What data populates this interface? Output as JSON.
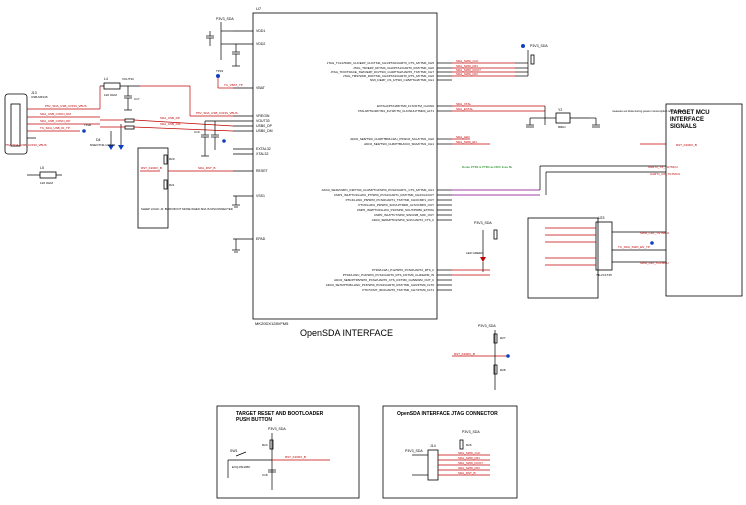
{
  "u_chip": {
    "ref": "U7",
    "part": "MK20DX128VFM5",
    "left_pins": [
      "VDD1",
      "VDD2",
      "VBAT",
      "VREGIN",
      "VOUT33",
      "USB0_DP",
      "USB0_DM",
      "EXTAL32",
      "XTAL32",
      "RESET",
      "VSS1",
      "VSS2",
      "EPAD"
    ],
    "right_pins_top": [
      "JTAG_TCLK/SWD_CLK/EZP_CLK/TSI0_CH1/PTA0/UART0_CTS_b/FTM0_CH5",
      "JTAG_TDI/EZP_DI/TSI0_CH2/PTA1/UART0_RX/FTM0_CH6",
      "JTAG_TDO/TRACE_SWO/EZP_DO/TSI0_CH3/PTA2/UART0_TX/FTM0_CH7",
      "JTAG_TMS/SWD_DIO/TSI0_CH4/PTA3/UART0_RTS_b/FTM0_CH0",
      "NMI_b/EZP_CS_b/TSI0_CH5/PTA4/FTM0_CH1"
    ],
    "right_pins_mid": [
      "EXTAL0/PTA18/FTM0_FLT2/FTM_CLKIN0",
      "XTAL0/PTA19/FTM1_FLT0/FTM_CLKIN1/LPTMR0_ALT1",
      "ADC0_SE8/TSI0_CH0/PTB0/LLWU_P5/I2C0_SCL/FTM1_CH0",
      "ADC0_SE9/TSI0_CH6/PTB1/I2C0_SDA/FTM1_CH1"
    ],
    "right_pins_low": [
      "ADC0_SE4b/CMP1_IN0/TSI0_CH15/PTC2/SPI0_PCS2/UART1_CTS_b/FTM0_CH1",
      "CMP1_IN1/PTC3/LLWU_P7/SPI0_PCS1/UART1_RX/FTM0_CH2/CLKOUT",
      "PTC4/LLWU_P8/SPI0_PCS0/UART1_TX/FTM0_CH3/CMP1_OUT",
      "PTC5/LLWU_P9/SPI0_SCK/LPTMR0_ALT2/CMP0_OUT",
      "CMP0_IN0/PTC6/LLWU_P10/SPI0_SOUT/PDB0_EXTRG",
      "CMP0_IN1/PTC7/SPI0_SIN/USB_SOF_OUT",
      "ADC0_SE5b/PTD1/SPI0_SCK/UART2_CTS_b"
    ],
    "right_pins_bot": [
      "PTD0/LLWU_P12/SPI0_PCS0/UART2_RTS_b",
      "PTD4/LLWU_P14/SPI0_PCS1/UART0_RTS_b/FTM0_CH4/EWM_IN",
      "ADC0_SE6b/PTD5/SPI0_PCS2/UART0_CTS_b/FTM0_CH5/EWM_OUT_b",
      "ADC0_SE7b/PTD6/LLWU_P15/SPI0_PCS3/UART0_RX/FTM0_CH6/FTM0_FLT0",
      "PTD7/CMT_IRO/UART0_TX/FTM0_CH7/FTM0_FLT1"
    ]
  },
  "title": "OpenSDA INTERFACE",
  "target_box": {
    "line1": "TARGET MCU",
    "line2": "INTERFACE",
    "line3": "SIGNALS"
  },
  "reset_box": {
    "line1": "TARGET RESET AND BOOTLOADER",
    "line2": "PUSH BUTTON",
    "sw": "SW1",
    "sw_part": "EVQ-PE105K",
    "r": "R24",
    "c": "C18",
    "net": "RST_K20DX_B"
  },
  "jtag_box": {
    "title": "OpenSDA INTERFACE JTAG CONNECTOR",
    "conn": "J14",
    "pwr": "P3V3_SDA",
    "r": "R26"
  },
  "usb": {
    "ref": "J13",
    "label": "USB-MINI-B",
    "net_vbus": "P5V_SDA_USB_CONN_VBUS",
    "net_dm": "SDA_USB_CONN_DM",
    "net_dp": "SDA_USB_CONN_DP",
    "net_id": "TC_SDA_USB_ID_TP"
  },
  "nets": {
    "p3v3_sda": "P3V3_SDA",
    "sda_swd_clk": "SDA_SWD_CLK",
    "sda_swd_din": "SDA_SWD_DIN",
    "sda_swd_dout": "SDA_SWD_DOUT",
    "sda_swd_dio": "SDA_SWD_DIO",
    "sda_xtal": "SDA_XTAL",
    "sda_extal": "SDA_EXTAL",
    "uart_tx": "UART1_TX_TGTMCU",
    "uart_rx": "UART1_RX_TGTMCU",
    "swd_clk_tgt": "SWD_CLK_TGTMCU",
    "swd_dio_tgt": "SWD_DIO_TGTMCU",
    "rst_k20": "RST_K20DX_B",
    "sda_led": "SDA_LED",
    "vbat": "TC_VBAT_TP",
    "usb_dp": "SDA_USB_DP",
    "usb_dm": "SDA_USB_DM",
    "reset": "SDA_RST_B",
    "led_note": "LED GREEN",
    "route_note": "Route PTB3 & PTB4 as DIFF lines 5k",
    "vout_note": "VOUT33",
    "measure_note": "measure uA draw during power consumption test for boards",
    "jumper_note": "SLEEP LOGIC J2: BURN BOOT MODE WHEN SDA IS DISCONNECTED",
    "sda_en": "SDA_SWD_EN",
    "tc_sda": "TC_SDA_SWD_EN_TP"
  },
  "parts": {
    "l4": "L4",
    "l4_val": "120 OHM",
    "l5": "L5",
    "l5_val": "120 OHM",
    "d4": "D4",
    "d4_val": "DSEOTN0-1/2BZR",
    "r20": "R20",
    "r21": "R21",
    "c17": "C17",
    "c19": "C19",
    "u23": "U23",
    "u23_part": "74LVC1T45",
    "y2": "Y2",
    "y2_val": "8MHz",
    "r27": "R27",
    "r28": "R28",
    "tp_a": "TP19",
    "tp_b": "TP20"
  }
}
